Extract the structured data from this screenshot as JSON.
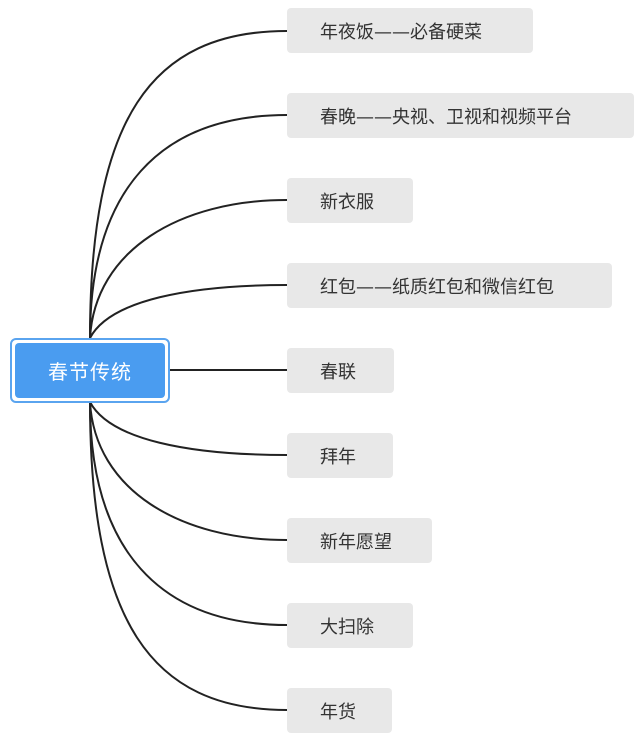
{
  "root": {
    "label": "春节传统"
  },
  "topics": [
    {
      "label": "年夜饭——必备硬菜"
    },
    {
      "label": "春晚——央视、卫视和视频平台"
    },
    {
      "label": "新衣服"
    },
    {
      "label": "红包——纸质红包和微信红包"
    },
    {
      "label": "春联"
    },
    {
      "label": "拜年"
    },
    {
      "label": "新年愿望"
    },
    {
      "label": "大扫除"
    },
    {
      "label": "年货"
    }
  ],
  "colors": {
    "root_fill": "#4a9cf0",
    "root_border": "#5aa4ef",
    "topic_fill": "#e8e8e8",
    "line": "#222222",
    "text": "#333333"
  }
}
